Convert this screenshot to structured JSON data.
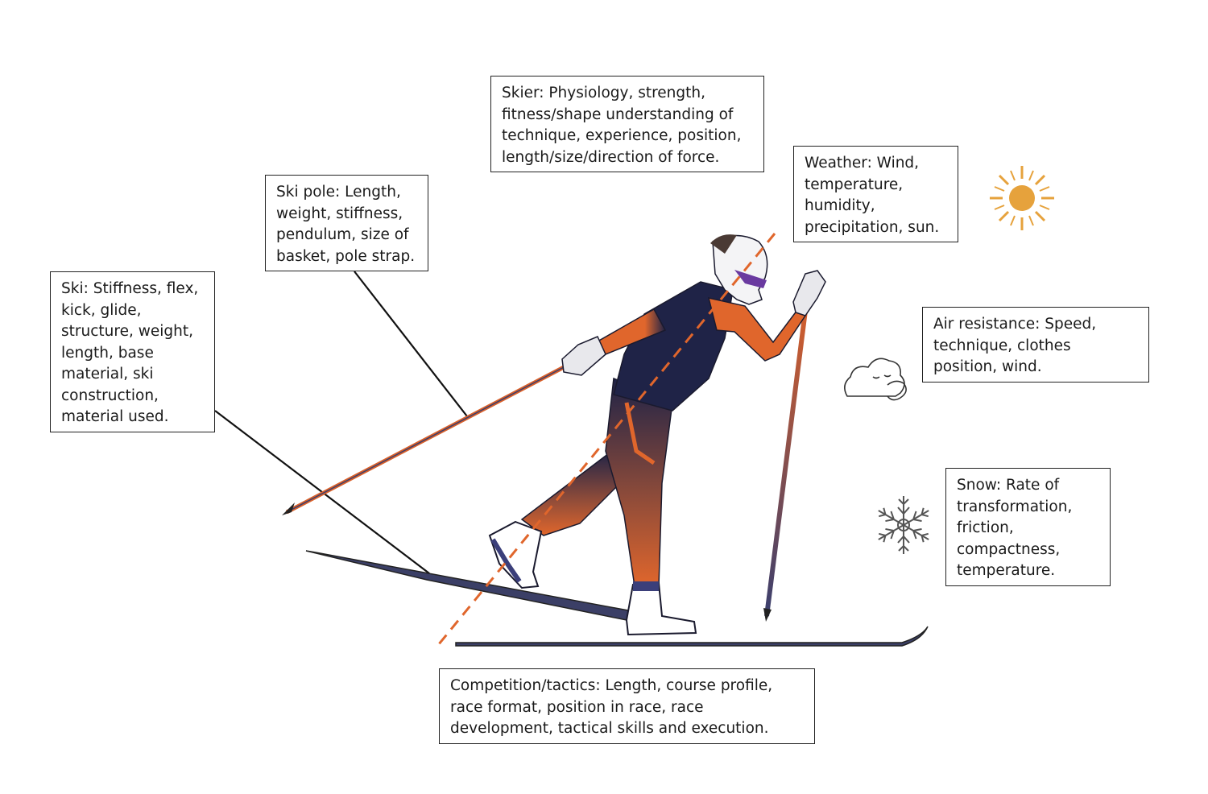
{
  "colors": {
    "suit_navy": "#1f2347",
    "suit_orange": "#e0662c",
    "sun": "#e6a23c",
    "pole_orange": "#d9602a",
    "line": "#111111"
  },
  "labels": {
    "skier": "Skier: Physiology, strength, fitness/shape understanding of technique, experience, position, length/size/direction of force.",
    "weather": "Weather:  Wind, temperature, humidity, precipitation, sun.",
    "ski_pole": "Ski pole:  Length, weight, stiffness, pendulum, size of basket, pole strap.",
    "ski": "Ski: Stiffness, flex, kick, glide, structure, weight, length, base material, ski construction, material used.",
    "air_resistance": "Air resistance: Speed, technique, clothes position, wind.",
    "snow": "Snow: Rate of transformation, friction, compactness, temperature.",
    "competition": "Competition/tactics: Length, course profile, race format, position in race, race development, tactical skills and execution."
  },
  "icons": {
    "sun": "sun-icon",
    "cloud": "wind-cloud-icon",
    "snowflake": "snowflake-icon"
  }
}
